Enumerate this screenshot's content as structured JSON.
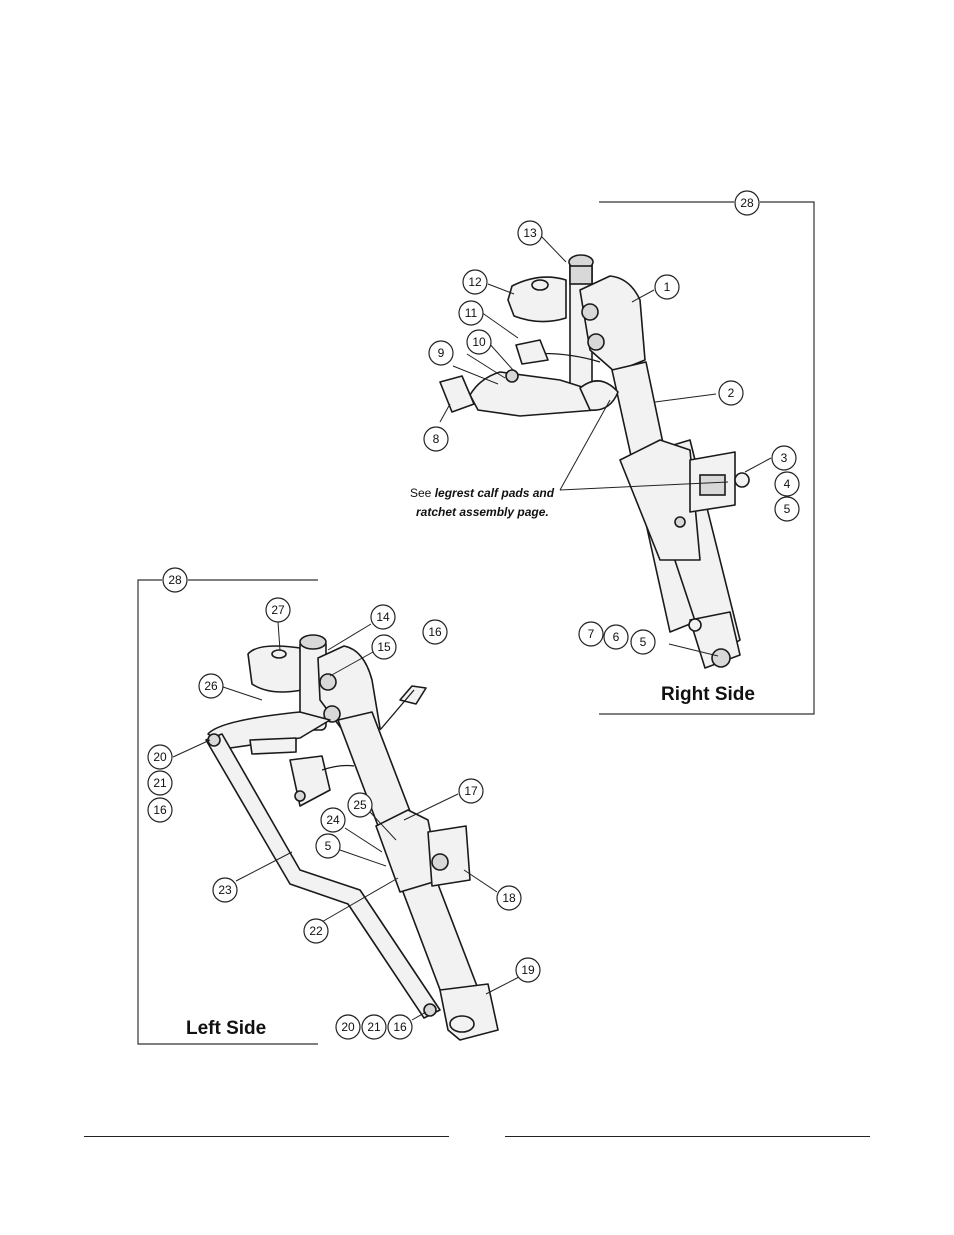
{
  "right_assembly": {
    "label": "Right Side",
    "frame_callout": "28",
    "note_line1_prefix": "See ",
    "note_line1_emphasis": "legrest calf pads and",
    "note_line2": "ratchet assembly page.",
    "callouts": [
      "13",
      "12",
      "11",
      "10",
      "9",
      "8",
      "1",
      "2",
      "3",
      "4",
      "5",
      "7",
      "6",
      "5"
    ]
  },
  "left_assembly": {
    "label": "Left Side",
    "frame_callout": "28",
    "callouts": [
      "27",
      "14",
      "16",
      "15",
      "26",
      "20",
      "21",
      "16",
      "17",
      "25",
      "24",
      "5",
      "23",
      "18",
      "22",
      "19",
      "20",
      "21",
      "16"
    ]
  }
}
